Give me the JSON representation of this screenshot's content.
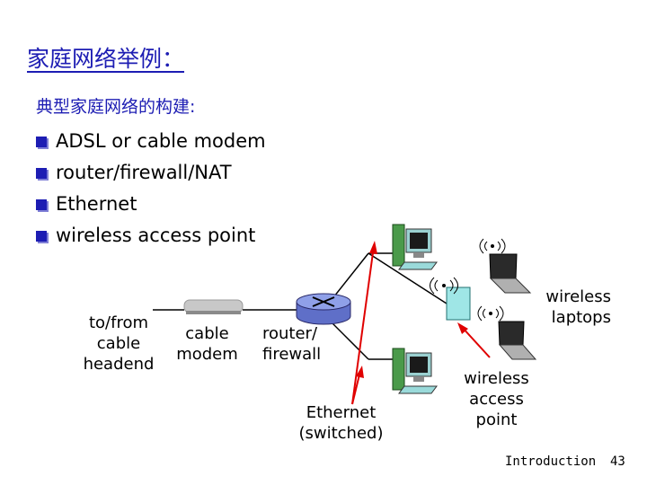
{
  "slide": {
    "title": "家庭网络举例：",
    "subtitle": "典型家庭网络的构建:",
    "bullets": [
      "ADSL or cable modem",
      "router/firewall/NAT",
      "Ethernet",
      "wireless access point"
    ]
  },
  "diagram": {
    "labels": {
      "headend": [
        "to/from",
        "cable",
        "headend"
      ],
      "modem": [
        "cable",
        "modem"
      ],
      "router": [
        "router/",
        "firewall"
      ],
      "ethernet": [
        "Ethernet",
        "(switched)"
      ],
      "access_point": [
        "wireless",
        "access",
        "point"
      ],
      "laptops": [
        "wireless",
        "laptops"
      ]
    }
  },
  "footer": {
    "section": "Introduction",
    "page": "43"
  },
  "colors": {
    "title_blue": "#1d1db3",
    "link_red": "#e00000",
    "ap_teal": "#9fe6e6",
    "router_blue": "#8fa0e8"
  }
}
